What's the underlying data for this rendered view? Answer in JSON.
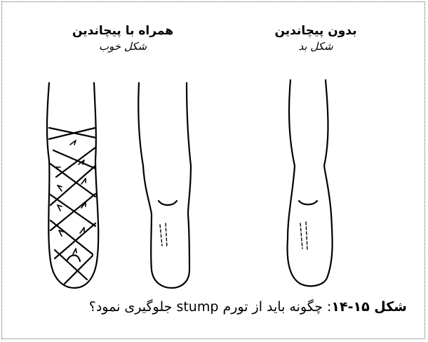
{
  "figure": {
    "good": {
      "heading": "همراه با پیچاندین",
      "subheading": "شکل خوب"
    },
    "bad": {
      "heading": "بدون پیچاندین",
      "subheading": "شکل بد"
    },
    "caption": {
      "label": "شکل ۱۵-۱۴",
      "text": ": چگونه باید از  تورم stump جلوگیری نمود؟"
    },
    "icons": [
      "wrapped-stump",
      "stump",
      "stump"
    ]
  }
}
